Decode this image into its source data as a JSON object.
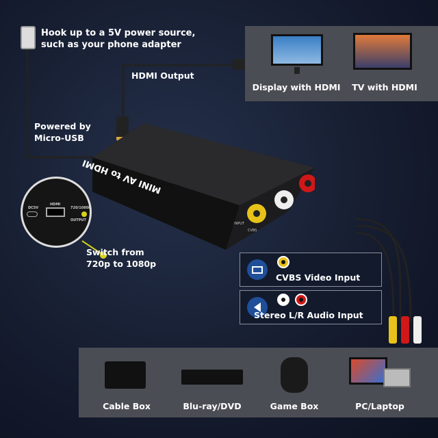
{
  "power": {
    "text_line1": "Hook up to a 5V power source,",
    "text_line2": "such as your phone adapter"
  },
  "hdmi_output": {
    "label": "HDMI Output"
  },
  "powered_by": {
    "line1": "Powered by",
    "line2": "Micro-USB"
  },
  "displays": [
    {
      "label": "Display with HDMI"
    },
    {
      "label": "TV with HDMI"
    }
  ],
  "device": {
    "label": "MINI AV to HDMI",
    "port_input": "INPUT",
    "port_cvbs": "CVBS"
  },
  "inset": {
    "port_dc": "DC5V",
    "port_hdmi": "HDMI",
    "port_switch": "720/1080P",
    "port_output": "OUTPUT"
  },
  "switch": {
    "line1": "Switch from",
    "line2": "720p to 1080p"
  },
  "inputs": [
    {
      "icon": "monitor-icon",
      "label": "CVBS Video Input",
      "jacks": [
        "#e8c21a"
      ]
    },
    {
      "icon": "speaker-icon",
      "label": "Stereo L/R Audio Input",
      "jacks": [
        "#ffffff",
        "#d01818"
      ]
    }
  ],
  "sources": [
    {
      "label": "Cable Box"
    },
    {
      "label": "Blu-ray/DVD"
    },
    {
      "label": "Game Box"
    },
    {
      "label": "PC/Laptop"
    }
  ],
  "colors": {
    "panel": "#4b4d54",
    "accent_yellow": "#d8d21a",
    "icon_blue": "#1f4f99",
    "rca_yellow": "#e8c21a",
    "rca_red": "#d01818"
  }
}
